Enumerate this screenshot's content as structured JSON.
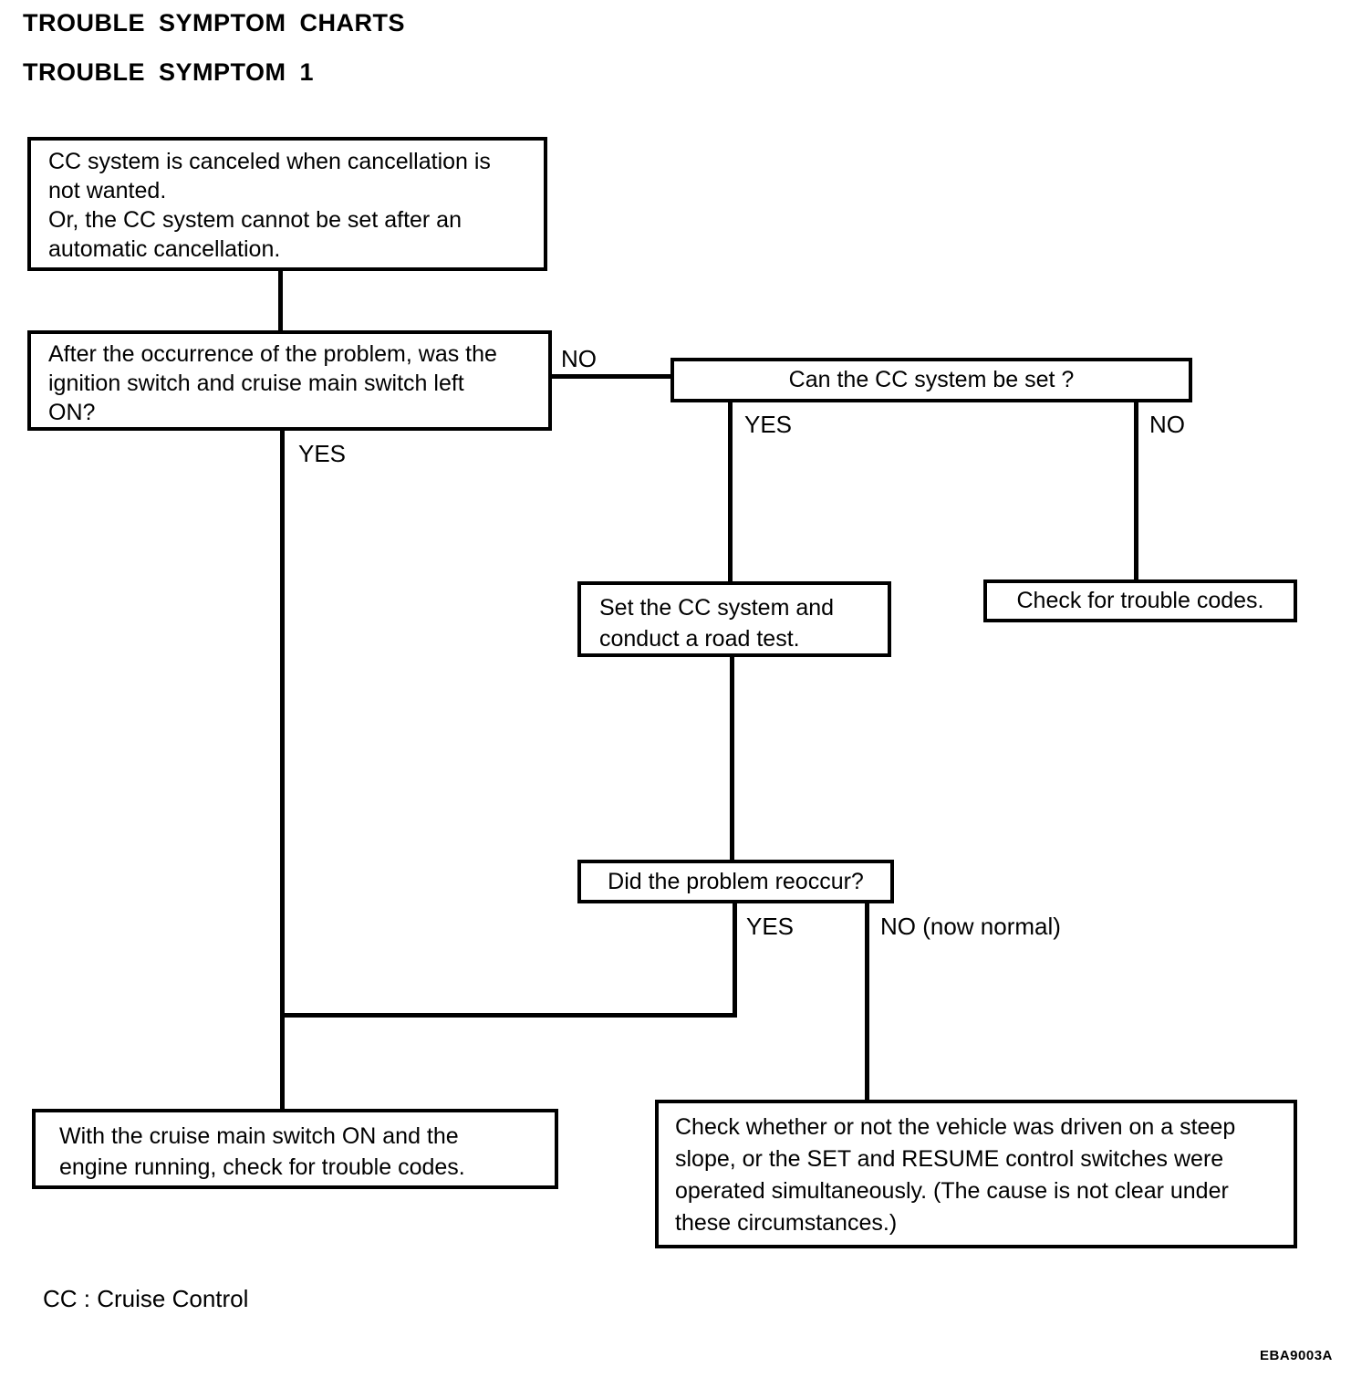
{
  "page": {
    "heading": "TROUBLE SYMPTOM CHARTS",
    "subheading": "TROUBLE SYMPTOM 1",
    "legend": "CC : Cruise Control",
    "figure_code": "EBA9003A",
    "ink_color": "#000000",
    "paper_color": "#ffffff"
  },
  "flowchart": {
    "nodes": {
      "symptom": "CC system is canceled when cancellation is\nnot wanted.\nOr, the CC system cannot be set after an\nautomatic cancellation.",
      "ignition_question": "After the occurrence of the problem, was the\nignition switch and cruise main switch left\nON?",
      "can_set_question": "Can the CC system be set ?",
      "road_test": "Set the CC system and\nconduct a road test.",
      "trouble_codes": "Check for trouble codes.",
      "reoccur_question": "Did the problem reoccur?",
      "engine_trouble_codes": "With the cruise main switch ON and the\nengine running, check for trouble codes.",
      "steep_slope": "Check whether or not the vehicle was driven on a steep\nslope, or the SET and RESUME control switches were\noperated simultaneously. (The cause is not clear under\nthese circumstances.)"
    },
    "branch_labels": {
      "ignition_no": "NO",
      "ignition_yes": "YES",
      "can_set_yes": "YES",
      "can_set_no": "NO",
      "reoccur_yes": "YES",
      "reoccur_no": "NO (now normal)"
    }
  }
}
